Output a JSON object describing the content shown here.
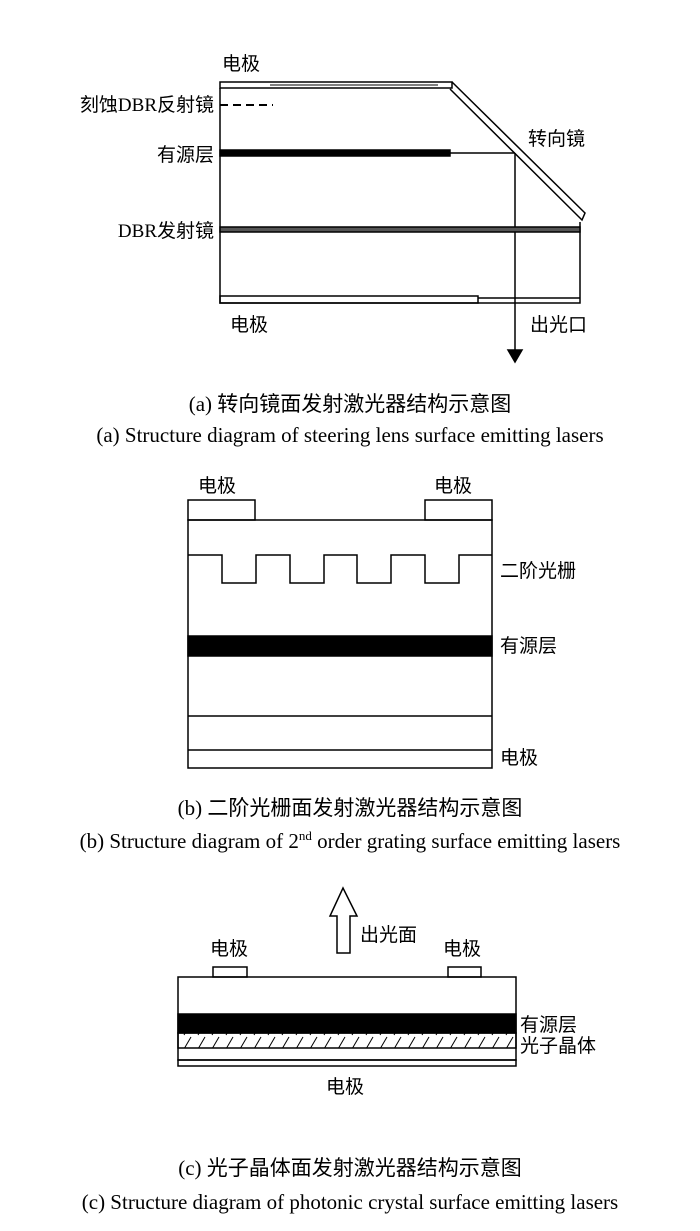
{
  "figure_a": {
    "labels": {
      "top_electrode": "电极",
      "etched_dbr": "刻蚀DBR反射镜",
      "active_layer": "有源层",
      "dbr_mirror": "DBR发射镜",
      "steering_mirror": "转向镜",
      "bottom_electrode": "电极",
      "output": "出光口"
    },
    "caption_cn": "(a) 转向镜面发射激光器结构示意图",
    "caption_en": "(a) Structure diagram of steering lens surface emitting lasers"
  },
  "figure_b": {
    "labels": {
      "electrode_left": "电极",
      "electrode_right": "电极",
      "grating": "二阶光栅",
      "active_layer": "有源层",
      "bottom_electrode": "电极"
    },
    "caption_cn": "(b) 二阶光栅面发射激光器结构示意图",
    "caption_en_pre": "(b) Structure diagram of 2",
    "caption_en_sup": "nd",
    "caption_en_post": " order grating surface emitting lasers"
  },
  "figure_c": {
    "labels": {
      "electrode_left": "电极",
      "emission_surface": "出光面",
      "electrode_right": "电极",
      "active_layer": "有源层",
      "photonic_crystal": "光子晶体",
      "bottom_electrode": "电极"
    },
    "caption_cn": "(c) 光子晶体面发射激光器结构示意图",
    "caption_en": "(c) Structure diagram of photonic crystal surface emitting lasers"
  }
}
